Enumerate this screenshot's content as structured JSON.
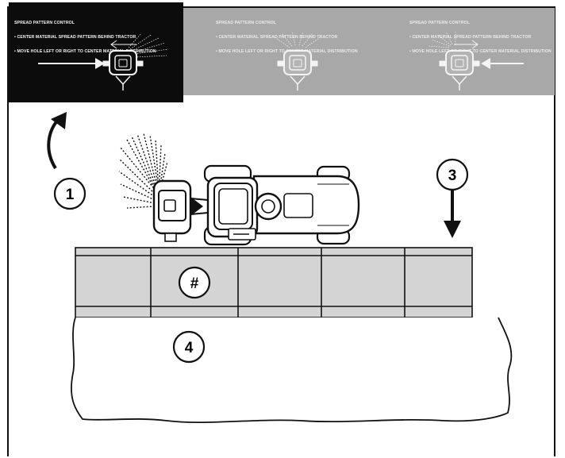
{
  "panels": [
    {
      "title": "SPREAD PATTERN CONTROL",
      "line1": "• CENTER MATERIAL SPREAD PATTERN BEHIND TRACTOR",
      "line2": "• MOVE HOLE LEFT OR RIGHT TO CENTER MATERIAL DISTRIBUTION",
      "state": "active"
    },
    {
      "title": "SPREAD PATTERN CONTROL",
      "line1": "• CENTER MATERIAL SPREAD PATTERN BEHIND TRACTOR",
      "line2": "• MOVE HOLE LEFT OR RIGHT TO CENTER MATERIAL DISTRIBUTION",
      "state": "inactive"
    },
    {
      "title": "SPREAD PATTERN CONTROL",
      "line1": "• CENTER MATERIAL SPREAD PATTERN BEHIND TRACTOR",
      "line2": "• MOVE HOLE LEFT OR RIGHT TO CENTER MATERIAL DISTRIBUTION",
      "state": "inactive"
    }
  ],
  "callouts": {
    "one": "1",
    "three": "3",
    "four": "4",
    "hash": "#"
  },
  "colors": {
    "banner": "#a8a8a8",
    "dark_panel": "#0c0c0c",
    "pavement": "#d4d4d4",
    "line": "#111111"
  }
}
